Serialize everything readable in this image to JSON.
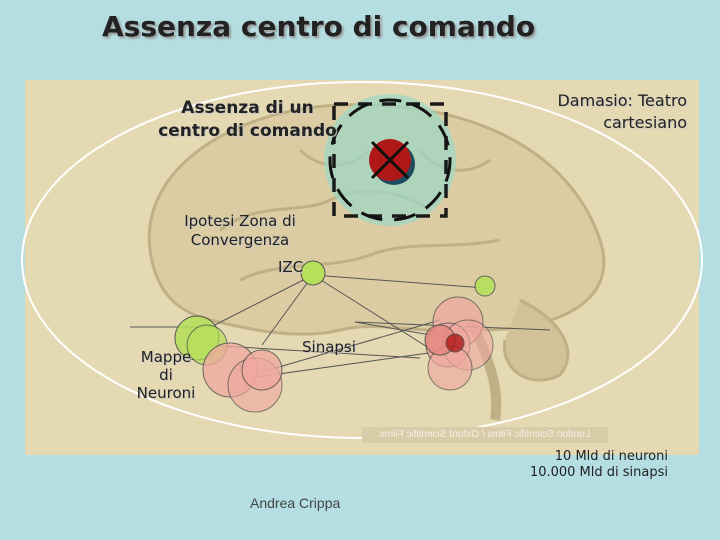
{
  "title": "Assenza centro di comando",
  "labels": {
    "assenza_line1": "Assenza di un",
    "assenza_line2": "centro di comando",
    "damasio_line1": "Damasio: Teatro",
    "damasio_line2": "cartesiano",
    "ipotesi_line1": "Ipotesi Zona di",
    "ipotesi_line2": "Convergenza",
    "izc": "IZC",
    "sinapsi": "Sinapsi",
    "mappe_line1": "Mappe",
    "mappe_line2": "di",
    "mappe_line3": "Neuroni"
  },
  "watermark": "London Scientific Films / Oxford Scientific Films",
  "stats": {
    "neuroni": "10 Mld di neuroni",
    "sinapsi": "10.000 Mld di sinapsi"
  },
  "author": "Andrea Crippa",
  "colors": {
    "background": "#b4dee2",
    "panel": "#e4d9b2",
    "command_circle": "#9fd8c4",
    "command_core": "#b01818",
    "neuron_red": "#f0a8a0",
    "neuron_green": "#b6e05a"
  }
}
